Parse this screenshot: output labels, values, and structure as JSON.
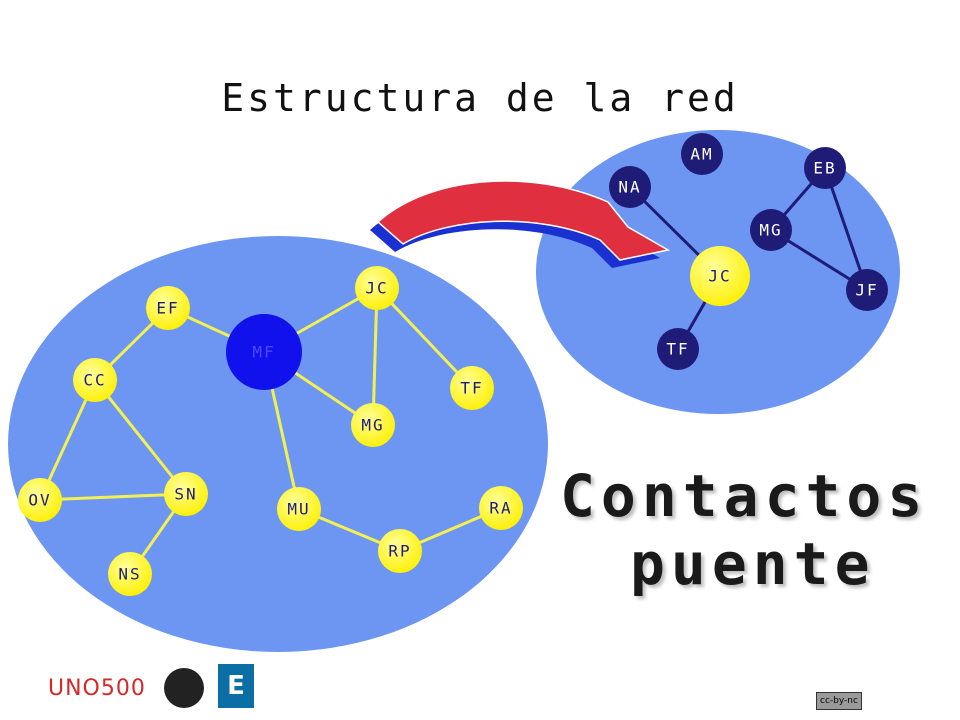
{
  "title": "Estructura de la red",
  "bridge_label": {
    "line1": "Contactos",
    "line2": "puente"
  },
  "colors": {
    "cluster": "#6d96f2",
    "edge_left": "#f3f051",
    "edge_right": "#1f1c78",
    "node_yellow": "#ffff00",
    "node_blue": "#1111ee",
    "node_navy": "#1f1c78",
    "arrow": "#e03040",
    "arrow_outline": "#1a30d0"
  },
  "left_network": {
    "nodes": [
      {
        "id": "MF",
        "label": "MF",
        "style": "blue-big"
      },
      {
        "id": "JC",
        "label": "JC",
        "style": "yellow"
      },
      {
        "id": "EF",
        "label": "EF",
        "style": "yellow"
      },
      {
        "id": "CC",
        "label": "CC",
        "style": "yellow"
      },
      {
        "id": "TF",
        "label": "TF",
        "style": "yellow"
      },
      {
        "id": "MG",
        "label": "MG",
        "style": "yellow"
      },
      {
        "id": "OV",
        "label": "OV",
        "style": "yellow"
      },
      {
        "id": "SN",
        "label": "SN",
        "style": "yellow"
      },
      {
        "id": "MU",
        "label": "MU",
        "style": "yellow"
      },
      {
        "id": "RA",
        "label": "RA",
        "style": "yellow"
      },
      {
        "id": "RP",
        "label": "RP",
        "style": "yellow"
      },
      {
        "id": "NS",
        "label": "NS",
        "style": "yellow"
      }
    ],
    "edges": [
      [
        "EF",
        "MF"
      ],
      [
        "CC",
        "EF"
      ],
      [
        "MF",
        "JC"
      ],
      [
        "MF",
        "MG"
      ],
      [
        "MF",
        "MU"
      ],
      [
        "JC",
        "MG"
      ],
      [
        "JC",
        "TF"
      ],
      [
        "CC",
        "OV"
      ],
      [
        "CC",
        "SN"
      ],
      [
        "OV",
        "SN"
      ],
      [
        "SN",
        "NS"
      ],
      [
        "MU",
        "RP"
      ],
      [
        "RP",
        "RA"
      ]
    ]
  },
  "right_network": {
    "nodes": [
      {
        "id": "AM",
        "label": "AM",
        "style": "navy"
      },
      {
        "id": "NA",
        "label": "NA",
        "style": "navy"
      },
      {
        "id": "EB",
        "label": "EB",
        "style": "navy"
      },
      {
        "id": "MG",
        "label": "MG",
        "style": "navy"
      },
      {
        "id": "JC",
        "label": "JC",
        "style": "yellow"
      },
      {
        "id": "JF",
        "label": "JF",
        "style": "navy"
      },
      {
        "id": "TF",
        "label": "TF",
        "style": "navy"
      }
    ],
    "edges": [
      [
        "NA",
        "JC"
      ],
      [
        "JC",
        "TF"
      ],
      [
        "MG",
        "EB"
      ],
      [
        "EB",
        "JF"
      ],
      [
        "MG",
        "JF"
      ]
    ]
  },
  "footer": {
    "logo_text": "UNO500",
    "seal_icon": "seal-icon",
    "e_logo": "E",
    "license": "cc-by-nc"
  }
}
